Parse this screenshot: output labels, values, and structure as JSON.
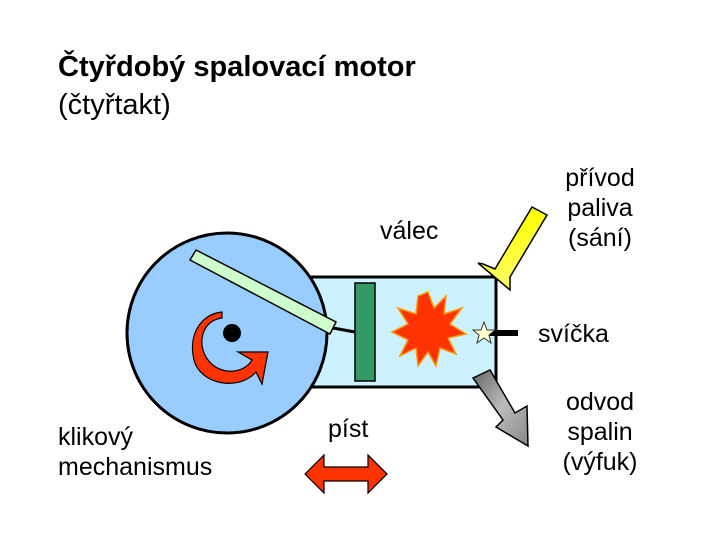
{
  "title": "Čtyřdobý spalovací motor",
  "subtitle": "(čtyřtakt)",
  "labels": {
    "cylinder": "válec",
    "fuel_intake": [
      "přívod",
      "paliva",
      "(sání)"
    ],
    "spark_plug": "svíčka",
    "exhaust": [
      "odvod",
      "spalin",
      "(výfuk)"
    ],
    "crank": [
      "klikový",
      "mechanismus"
    ],
    "piston": "píst"
  },
  "colors": {
    "crank_disc": "#99ccff",
    "cylinder_fill": "#ccf2ff",
    "piston": "#339966",
    "connecting_rod": "#ccffcc",
    "rotation_arrow": "#ff3300",
    "explosion": "#ff3300",
    "intake_arrow": "#ffff00",
    "exhaust_arrow": "#999999",
    "piston_motion_arrow": "#ff3300",
    "spark_plug": "#000000"
  },
  "icons": {
    "rotation": "circular-arrow-icon",
    "explosion": "explosion-star-icon",
    "spark": "spark-star-icon"
  }
}
